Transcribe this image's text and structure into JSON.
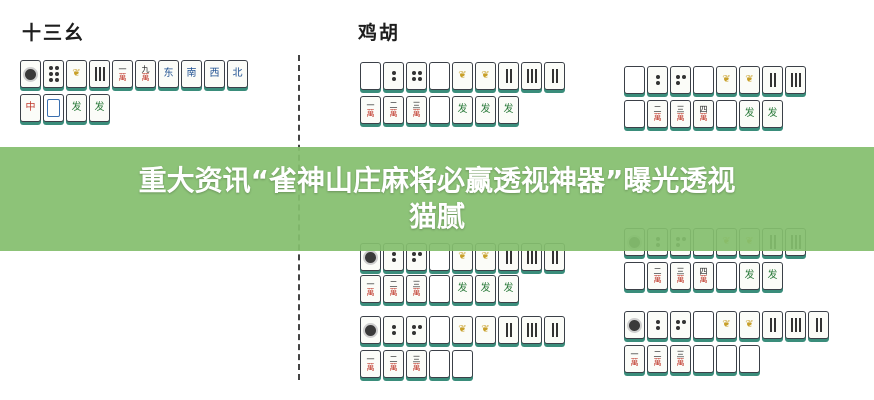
{
  "left_title": "十三幺",
  "right_title": "鸡胡",
  "banner": {
    "line1": "重大资讯“雀神山庄麻将必赢透视神器”曝光透视",
    "line2": "猫腻"
  },
  "colors": {
    "banner": "#84be6e",
    "tile_shadow": "#3a8d7b",
    "man_red": "#c0392b"
  },
  "tile_labels": {
    "man": "萬",
    "one": "一",
    "two": "二",
    "three": "三",
    "four": "四",
    "nine": "九",
    "east": "东",
    "south": "南",
    "west": "西",
    "north": "北",
    "red": "中",
    "flower": "发"
  }
}
